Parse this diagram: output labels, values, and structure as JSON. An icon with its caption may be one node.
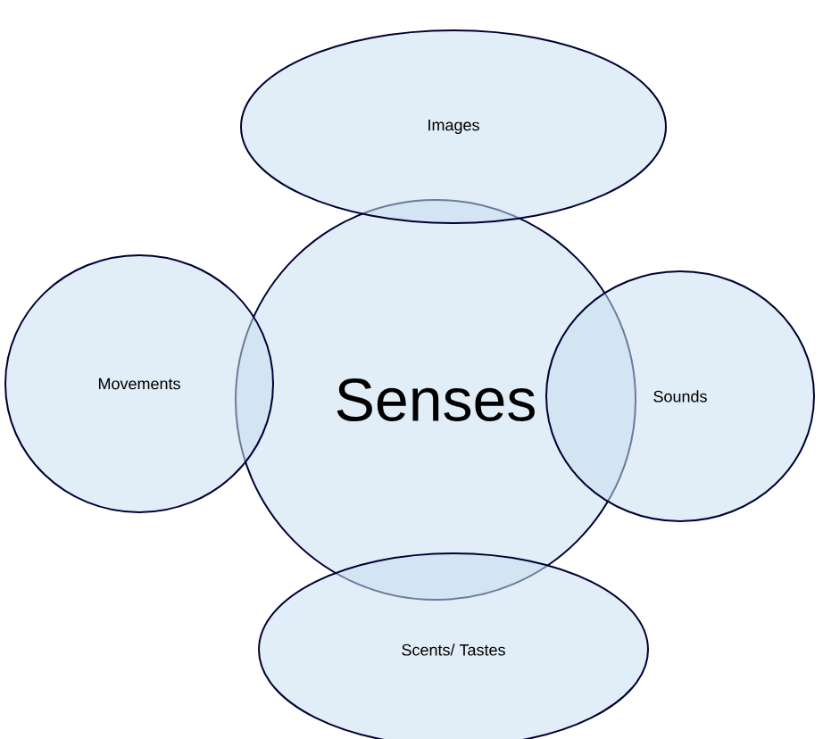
{
  "diagram": {
    "nodes": [
      {
        "text": [
          "Senses"
        ]
      },
      {
        "text": [
          "Images"
        ]
      },
      {
        "text": [
          "Movements"
        ]
      },
      {
        "text": [
          "Sounds"
        ]
      },
      {
        "text": [
          "Scents/ Tastes"
        ]
      }
    ]
  }
}
